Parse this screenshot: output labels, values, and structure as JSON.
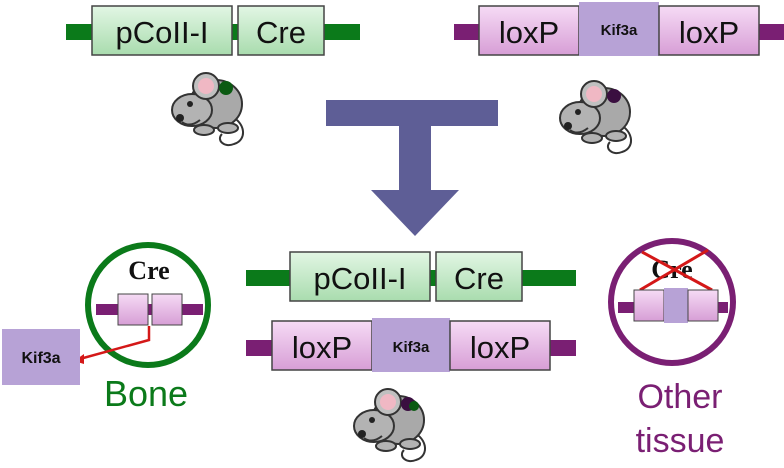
{
  "top_left_construct": {
    "promoter": "pCoII-I",
    "gene": "Cre"
  },
  "top_right_construct": {
    "left_site": "loxP",
    "target": "Kif3a",
    "right_site": "loxP"
  },
  "offspring_construct_1": {
    "promoter": "pCoII-I",
    "gene": "Cre"
  },
  "offspring_construct_2": {
    "left_site": "loxP",
    "target": "Kif3a",
    "right_site": "loxP"
  },
  "bone_panel": {
    "enzyme": "Cre",
    "excised": "Kif3a",
    "caption": "Bone"
  },
  "other_panel": {
    "enzyme": "Cre",
    "caption_line1": "Other",
    "caption_line2": "tissue"
  },
  "colors": {
    "green_line": "#0b7a1a",
    "green_box": "#b9e7bd",
    "purple_line": "#7a1f73",
    "pink_box": "#e7b5e6",
    "lavender_box": "#b7a2d6",
    "arrow": "#5e5e96",
    "red": "#d41818"
  },
  "icons": [
    "mouse-icon"
  ]
}
